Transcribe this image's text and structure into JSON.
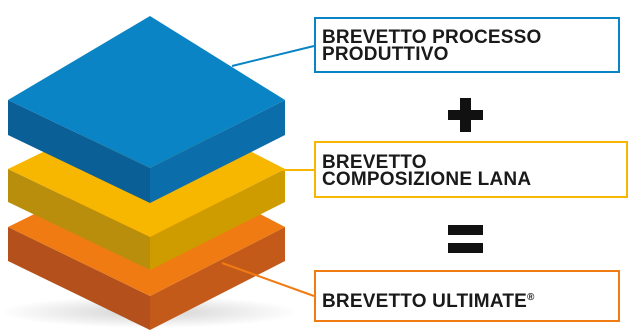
{
  "layers": [
    {
      "label_line1": "BREVETTO PROCESSO",
      "label_line2": "PRODUTTIVO",
      "color": "#0a84c5"
    },
    {
      "label_line1": "BREVETTO",
      "label_line2": "COMPOSIZIONE LANA",
      "color": "#f7b600"
    },
    {
      "label": "BREVETTO ULTIMATE",
      "label_mark": "®",
      "color": "#f07b13"
    }
  ],
  "operators": [
    {
      "symbol": "plus"
    },
    {
      "symbol": "equals"
    }
  ]
}
